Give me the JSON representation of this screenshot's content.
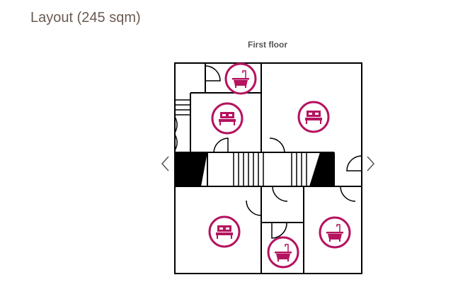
{
  "section": {
    "title": "Layout (245 sqm)"
  },
  "floorplan": {
    "floor_label": "First floor",
    "accent_color": "#b5135f",
    "rooms": [
      {
        "type": "bathroom",
        "icon": "bathtub-icon"
      },
      {
        "type": "bedroom",
        "icon": "bed-icon"
      },
      {
        "type": "bedroom",
        "icon": "bed-icon"
      },
      {
        "type": "bedroom",
        "icon": "bed-icon"
      },
      {
        "type": "bathroom",
        "icon": "bathtub-icon"
      },
      {
        "type": "bathroom",
        "icon": "bathtub-icon"
      }
    ]
  },
  "navigation": {
    "prev_icon": "chevron-left-icon",
    "next_icon": "chevron-right-icon"
  }
}
